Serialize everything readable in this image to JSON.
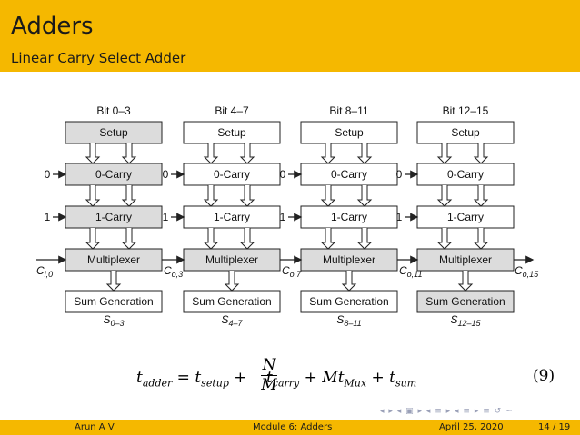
{
  "header": {
    "title": "Adders",
    "subtitle": "Linear Carry Select Adder"
  },
  "diagram": {
    "groups": [
      {
        "bit_label": "Bit 0–3",
        "sum_label": "S",
        "sum_sub": "0–3",
        "setup_shaded": true,
        "sum_shaded": false
      },
      {
        "bit_label": "Bit 4–7",
        "sum_label": "S",
        "sum_sub": "4–7",
        "setup_shaded": false,
        "sum_shaded": false
      },
      {
        "bit_label": "Bit 8–11",
        "sum_label": "S",
        "sum_sub": "8–11",
        "setup_shaded": false,
        "sum_shaded": false
      },
      {
        "bit_label": "Bit 12–15",
        "sum_label": "S",
        "sum_sub": "12–15",
        "setup_shaded": false,
        "sum_shaded": true
      }
    ],
    "box_labels": {
      "setup": "Setup",
      "carry0": "0-Carry",
      "carry1": "1-Carry",
      "mux": "Multiplexer",
      "sum": "Sum Generation"
    },
    "carry_inputs": {
      "zero": "0",
      "one": "1"
    },
    "carry_signals": [
      {
        "main": "C",
        "sub": "i,0"
      },
      {
        "main": "C",
        "sub": "o,3"
      },
      {
        "main": "C",
        "sub": "o,7"
      },
      {
        "main": "C",
        "sub": "o,11"
      },
      {
        "main": "C",
        "sub": "o,15"
      }
    ],
    "colors": {
      "shaded": "#dcdcdc",
      "plain": "#ffffff",
      "stroke": "#222222"
    }
  },
  "equation": {
    "lhs": "t",
    "lhs_sub": "adder",
    "eq": " = ",
    "t1": "t",
    "t1_sub": "setup",
    "plus1": " + ",
    "frac_num": "N",
    "frac_den": "M",
    "t2": "t",
    "t2_sub": "carry",
    "plus2": " + ",
    "t3": "Mt",
    "t3_sub": "Mux",
    "plus3": " + ",
    "t4": "t",
    "t4_sub": "sum",
    "number": "(9)"
  },
  "footer": {
    "author": "Arun A V",
    "module": "Module 6: Adders",
    "date": "April 25, 2020",
    "page": "14 / 19"
  }
}
